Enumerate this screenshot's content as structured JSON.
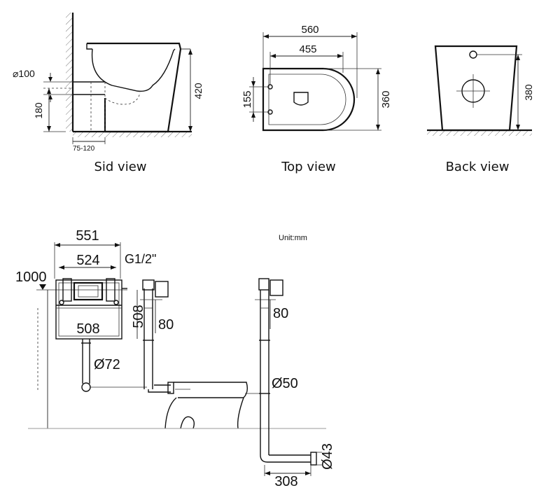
{
  "views": {
    "side_label": "Sid view",
    "top_label": "Top view",
    "back_label": "Back view"
  },
  "side": {
    "dia_outlet": "⌀100",
    "height_180": "180",
    "height_420": "420",
    "offset": "75-120"
  },
  "top": {
    "width_560": "560",
    "width_455": "455",
    "depth_360": "360",
    "spacing_155": "155"
  },
  "back": {
    "height_380": "380"
  },
  "unit": "Unit:mm",
  "install": {
    "height_1000": "1000",
    "width_551": "551",
    "width_524": "524",
    "inlet": "G1/2\"",
    "height_508_a": "508",
    "height_508_b": "508",
    "dim_80_a": "80",
    "dia_72": "Ø72",
    "dim_80_b": "80",
    "dia_50": "Ø50",
    "dia_43": "Ø43",
    "len_308": "308"
  }
}
